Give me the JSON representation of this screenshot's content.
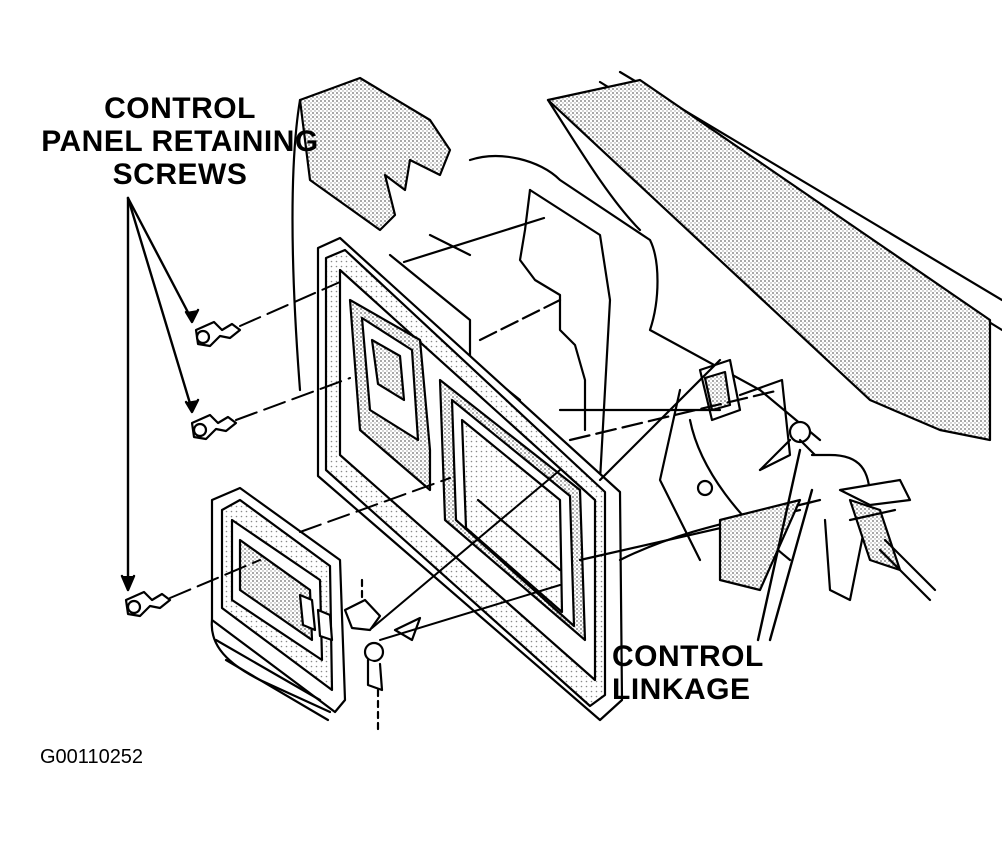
{
  "labels": {
    "screws_line1": "CONTROL",
    "screws_line2": "PANEL RETAINING",
    "screws_line3": "SCREWS",
    "linkage_line1": "CONTROL",
    "linkage_line2": "LINKAGE"
  },
  "figure_id": "G00110252",
  "colors": {
    "ink": "#000000",
    "paper": "#ffffff",
    "stipple": "#bdbdbd"
  }
}
